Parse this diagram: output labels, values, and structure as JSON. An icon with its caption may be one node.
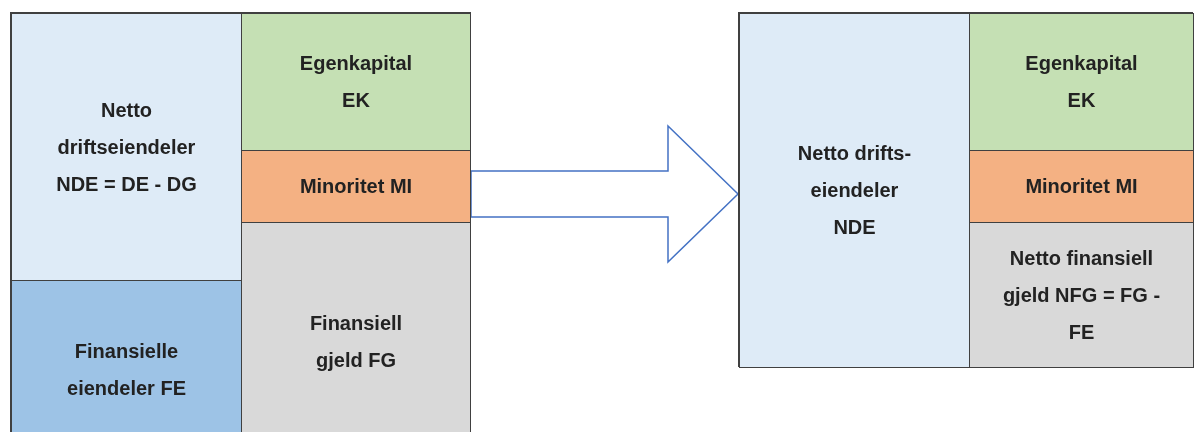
{
  "diagram": {
    "nodes": [
      {
        "text": [],
        "shape": "box"
      },
      {
        "text": [
          "Netto driftseiendeler NDE = DE - DG"
        ],
        "in": 0
      },
      {
        "text": [
          "Egenkapital EK"
        ],
        "in": 0
      },
      {
        "text": [
          "Minoritet MI"
        ],
        "in": 0
      },
      {
        "text": [
          "Finansielle eiendeler FE"
        ],
        "in": 0
      },
      {
        "text": [
          "Finansiell gjeld FG"
        ],
        "in": 0
      },
      {
        "text": [],
        "shape": "box"
      },
      {
        "text": [
          "Netto drifts- eiendeler NDE"
        ],
        "in": 6
      },
      {
        "text": [
          "Egenkapital EK"
        ],
        "in": 6
      },
      {
        "text": [
          "Minoritet MI"
        ],
        "in": 6
      },
      {
        "text": [
          "Netto finansiell gjeld NFG = FG - FE"
        ],
        "in": 6
      }
    ],
    "edges": [
      {
        "from": 0,
        "to": 6,
        "arrow": "to"
      }
    ]
  }
}
